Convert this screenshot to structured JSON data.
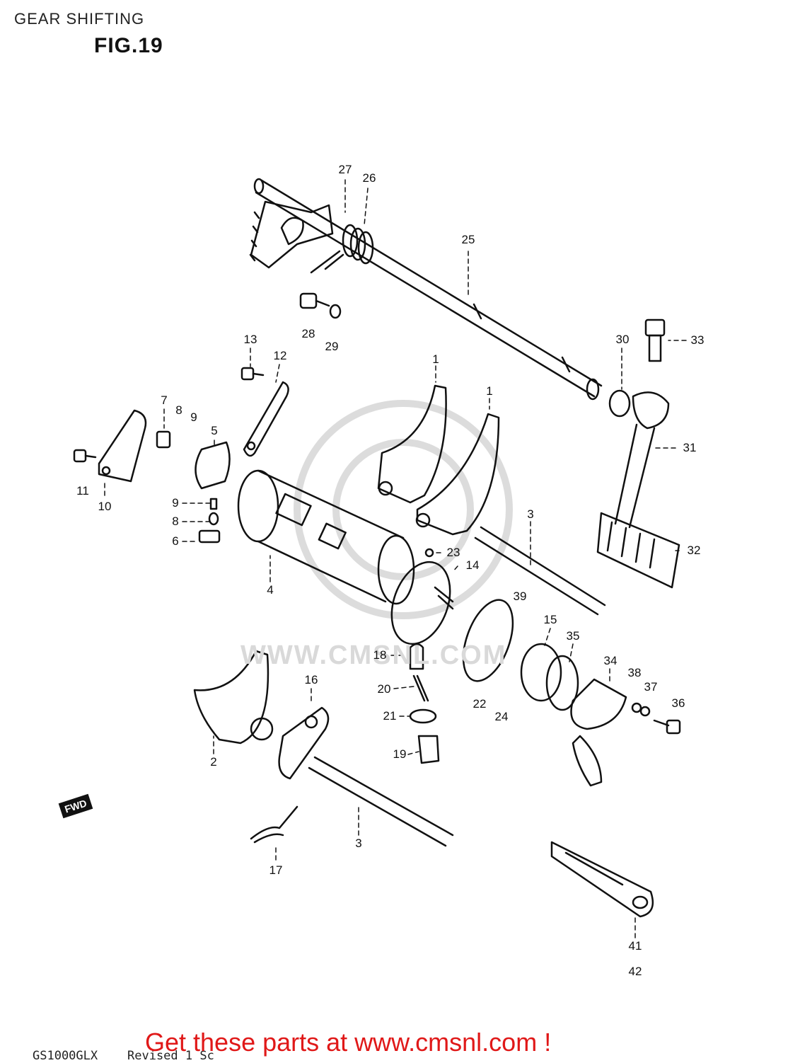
{
  "header": {
    "title": "GEAR SHIFTING",
    "figure": "FIG.19"
  },
  "watermark": "WWW.CMSNL.COM",
  "direction_badge": "FWD",
  "footer": {
    "model": "GS1000GLX",
    "revised": "Revised 1 Sc",
    "promo": "Get these parts at www.cmsnl.com !",
    "promo_color": "#e01818"
  },
  "callouts": [
    "27",
    "26",
    "25",
    "33",
    "30",
    "28",
    "29",
    "13",
    "12",
    "1",
    "1",
    "31",
    "7",
    "8",
    "9",
    "5",
    "11",
    "10",
    "9",
    "8",
    "6",
    "3",
    "32",
    "23",
    "14",
    "4",
    "39",
    "15",
    "35",
    "34",
    "38",
    "37",
    "36",
    "18",
    "16",
    "20",
    "22",
    "24",
    "21",
    "2",
    "19",
    "3",
    "17",
    "41",
    "42"
  ]
}
